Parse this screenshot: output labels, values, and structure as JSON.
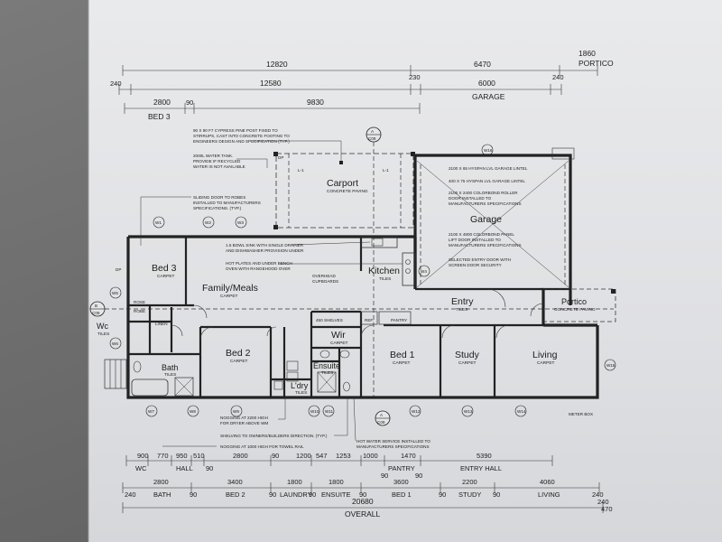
{
  "top_dimensions": {
    "row1": [
      "12820",
      "6470",
      "1860",
      "PORTICO"
    ],
    "row2": [
      "240",
      "12580",
      "230",
      "6000",
      "240"
    ],
    "row2_label": "GARAGE",
    "row3": [
      "2800",
      "90",
      "9830"
    ],
    "row3_label": "BED 3"
  },
  "rooms": {
    "carport": "Carport",
    "carport_sub": "CONCRETE PAVING",
    "garage": "Garage",
    "bed3": "Bed 3",
    "bed3_sub": "CARPET",
    "family": "Family/Meals",
    "family_sub": "CARPET",
    "kitchen": "Kitchen",
    "kitchen_sub": "TILES",
    "entry": "Entry",
    "entry_sub": "TILES",
    "portico": "Portico",
    "portico_sub": "CONCRETE PAVING",
    "wc": "Wc",
    "wc_sub": "TILES",
    "bath": "Bath",
    "bath_sub": "TILES",
    "bed2": "Bed 2",
    "bed2_sub": "CARPET",
    "wir": "Wir",
    "wir_sub": "CARPET",
    "ensuite": "Ensuite",
    "ensuite_sub": "TILES",
    "ldry": "L'dry",
    "ldry_sub": "TILES",
    "bed1": "Bed 1",
    "bed1_sub": "CARPET",
    "study": "Study",
    "study_sub": "CARPET",
    "living": "Living",
    "living_sub": "CARPET",
    "pantry": "PANTRY",
    "linen": "LINEN",
    "robe": "ROBE",
    "ref": "REF."
  },
  "notes": {
    "post": [
      "90 X 90 F7 CYPRESS PINE POST FIXED TO",
      "STIRRUPS, CAST INTO CONCRETE FOOTING TO",
      "ENGINEERS DESIGN AND SPECIFICATION (TYP.)"
    ],
    "tank": [
      "2000L WATER TANK.",
      "PROVIDE IF RECYCLED",
      "WATER IS NOT AVAILABLE"
    ],
    "sliding": [
      "SLIDING DOOR TO ROBES",
      "INSTALLED TO MANUFACTURERS",
      "SPECIFICATIONS. (TYP.)"
    ],
    "sink": [
      "1.5 BOWL SINK WITH SINGLE DRAINER",
      "AND DISHWASHER PROVISION UNDER"
    ],
    "hotplates": [
      "HOT PLATES AND UNDER BENCH",
      "OVEN WITH RANGEHOOD OVER"
    ],
    "overhead": [
      "OVERHEAD",
      "CUPBOARDS"
    ],
    "lintel1": [
      "2100 X 65 HYSPAN LVL GARAGE LINTEL"
    ],
    "lintel2": [
      "400 X 75 HYSPAN LVL GARAGE LINTEL"
    ],
    "roller": [
      "2100 X 2400 COLORBOND ROLLER",
      "DOOR INSTALLED TO",
      "MANUFACTURERS SPECIFICATIONS"
    ],
    "panel": [
      "2100 X 4800 COLORBOND PANEL",
      "LIFT DOOR INSTALLED TO",
      "MANUFACTURERS SPECIFICATIONS"
    ],
    "entrydoor": [
      "SELECTED ENTRY DOOR WITH",
      "SCREEN DOOR SECURITY"
    ],
    "nogging1": [
      "NOGGING AT 2200 HIGH",
      "FOR DRYER ABOVE WM"
    ],
    "shelving": [
      "SHELVING TO OWNERS/BUILDERS DIRECTION. (TYP.)"
    ],
    "nogging2": [
      "NOGGING AT 1000 HIGH FOR TOWEL RAIL"
    ],
    "hws": [
      "HOT WATER SERVICE INSTALLED TO",
      "MANUFACTURERS SPECIFICATIONS"
    ],
    "shelves": "450 SHELVES",
    "meter": "METER BOX",
    "dp": "DP",
    "rose": "ROSE"
  },
  "section_tags": [
    {
      "letter": "A",
      "code": "C09"
    },
    {
      "letter": "A",
      "code": "C09"
    },
    {
      "letter": "B",
      "code": "C09"
    }
  ],
  "window_tags": [
    "W1",
    "W2",
    "W3",
    "W4",
    "W5",
    "W6",
    "W7",
    "W8",
    "W9",
    "W10",
    "W11",
    "W12",
    "W13",
    "W14",
    "W15",
    "W16"
  ],
  "bottom_dimensions": {
    "row1": [
      "900",
      "770",
      "950",
      "510",
      "2800",
      "90",
      "1200",
      "547",
      "1253",
      "1000",
      "1470",
      "5390"
    ],
    "row1_labels": [
      "WC",
      "HALL",
      "PANTRY",
      "ENTRY HALL"
    ],
    "row1_sub": [
      "90",
      "90",
      "90"
    ],
    "row2": [
      "2800",
      "3400",
      "1800",
      "1800",
      "3600",
      "2200",
      "4060"
    ],
    "row2_labels": [
      "BATH",
      "BED 2",
      "LAUNDRY",
      "ENSUITE",
      "BED 1",
      "STUDY",
      "LIVING"
    ],
    "row2_sub": [
      "240",
      "90",
      "90",
      "90",
      "90",
      "90",
      "90",
      "240"
    ],
    "overall": "20680",
    "overall_label": "OVERALL",
    "end_a": "240",
    "end_b": "470"
  }
}
